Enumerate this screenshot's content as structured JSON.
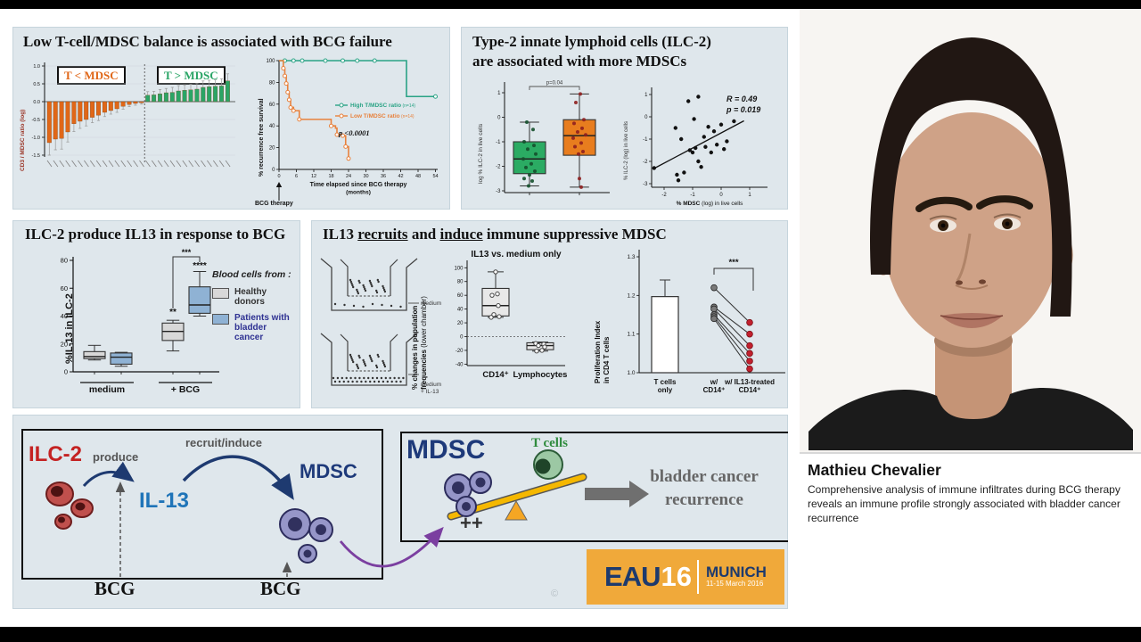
{
  "colors": {
    "orange": "#e06718",
    "green": "#2aa566",
    "km_green": "#2aa385",
    "km_orange": "#e8813c",
    "navy": "#1e3a7a",
    "red": "#c42222",
    "blue": "#1f74b8",
    "purple": "#7b3fa0",
    "logo_orange": "#f0a93a",
    "panel_bg": "#dfe7ec"
  },
  "panel1": {
    "title": "Low T-cell/MDSC balance is associated with BCG failure",
    "group_left": "T < MDSC",
    "group_left_color": "#e06718",
    "group_right": "T > MDSC",
    "group_right_color": "#2aa566"
  },
  "panel2": {
    "title_line1": "Type-2 innate lymphoid cells (ILC-2)",
    "title_line2": "are associated with more MDSCs"
  },
  "panel3": {
    "title": "ILC-2 produce IL13 in response to BCG"
  },
  "panel4": {
    "title_pre": "IL13 ",
    "title_u1": "recruits",
    "title_mid": " and ",
    "title_u2": "induce",
    "title_post": " immune suppressive MDSC",
    "transwell_label_top": "medium",
    "transwell_label_bottom_1": "medium",
    "transwell_label_bottom_2": "+ IL-13"
  },
  "summary": {
    "ilc2": "ILC-2",
    "produce": "produce",
    "il13": "IL-13",
    "recruit": "recruit/induce",
    "mdsc1": "MDSC",
    "bcg_left": "BCG",
    "bcg_right": "BCG",
    "mdsc2": "MDSC",
    "tcells": "T cells",
    "plusplus": "++",
    "outcome": "bladder cancer recurrence",
    "copyright": "©"
  },
  "logo": {
    "eau": "EAU",
    "year": "16",
    "city": "MUNICH",
    "date": "11-15 March 2016"
  },
  "speaker": {
    "name": "Mathieu Chevalier",
    "description": "Comprehensive analysis of immune infiltrates during BCG therapy reveals an immune profile strongly associated with bladder cancer recurrence"
  },
  "chart_data": [
    {
      "id": "waterfall",
      "type": "bar",
      "ylabel": "CD3 / MDSC ratio (log)",
      "ylim": [
        -1.5,
        1.0
      ],
      "yticks": [
        1.0,
        0.5,
        0.0,
        -0.5,
        -1.0,
        -1.5
      ],
      "group_labels": [
        "T < MDSC",
        "T > MDSC"
      ],
      "values": [
        -1.15,
        -1.05,
        -1.03,
        -0.85,
        -0.62,
        -0.55,
        -0.5,
        -0.44,
        -0.38,
        -0.3,
        -0.25,
        -0.2,
        -0.13,
        -0.08,
        -0.05,
        -0.03,
        0.18,
        0.19,
        0.22,
        0.25,
        0.26,
        0.3,
        0.32,
        0.33,
        0.35,
        0.4,
        0.42,
        0.43,
        0.44,
        0.58
      ],
      "errors": [
        0.35,
        0.3,
        0.3,
        0.28,
        0.22,
        0.2,
        0.18,
        0.15,
        0.15,
        0.12,
        0.1,
        0.1,
        0.08,
        0.06,
        0.05,
        0.04,
        0.1,
        0.1,
        0.12,
        0.12,
        0.14,
        0.15,
        0.15,
        0.16,
        0.16,
        0.18,
        0.18,
        0.18,
        0.2,
        0.2
      ],
      "neg_color": "#e06718",
      "pos_color": "#2aa566"
    },
    {
      "id": "km",
      "type": "line",
      "ylabel": "% recurrence free survival",
      "xlabel": "Time elapsed since BCG therapy",
      "xlabel2": "(months)",
      "xlim": [
        0,
        54
      ],
      "ylim": [
        0,
        100
      ],
      "xticks": [
        0,
        6,
        12,
        18,
        24,
        30,
        36,
        42,
        48,
        54
      ],
      "yticks": [
        0,
        20,
        40,
        60,
        80,
        100
      ],
      "p_label": "p <0.0001",
      "arrow_label": "BCG therapy",
      "series": [
        {
          "name": "High T/MDSC ratio",
          "n": "(n=14)",
          "color": "#2aa385",
          "steps": [
            [
              0,
              100
            ],
            [
              44,
              100
            ],
            [
              44,
              67
            ],
            [
              54,
              67
            ]
          ],
          "markers": [
            [
              2,
              100
            ],
            [
              5,
              100
            ],
            [
              8,
              100
            ],
            [
              16,
              100
            ],
            [
              22,
              100
            ],
            [
              27,
              100
            ],
            [
              33,
              100
            ],
            [
              54,
              67
            ]
          ]
        },
        {
          "name": "Low T/MDSC ratio",
          "n": "(n=14)",
          "color": "#e8813c",
          "steps": [
            [
              0,
              100
            ],
            [
              1.5,
              100
            ],
            [
              1.5,
              93
            ],
            [
              2,
              93
            ],
            [
              2,
              86
            ],
            [
              2.5,
              86
            ],
            [
              2.5,
              79
            ],
            [
              3,
              79
            ],
            [
              3,
              71
            ],
            [
              3.5,
              71
            ],
            [
              3.5,
              64
            ],
            [
              4,
              64
            ],
            [
              4,
              57
            ],
            [
              5,
              57
            ],
            [
              5,
              54
            ],
            [
              7,
              54
            ],
            [
              7,
              46
            ],
            [
              18,
              46
            ],
            [
              18,
              40
            ],
            [
              19.5,
              40
            ],
            [
              19.5,
              38
            ],
            [
              20,
              38
            ],
            [
              20,
              32
            ],
            [
              22,
              32
            ],
            [
              22,
              31
            ],
            [
              23,
              31
            ],
            [
              23,
              21
            ],
            [
              24,
              21
            ],
            [
              24,
              10
            ],
            [
              24.5,
              10
            ]
          ],
          "markers": [
            [
              1.5,
              93
            ],
            [
              2,
              86
            ],
            [
              2.5,
              79
            ],
            [
              3,
              71
            ],
            [
              3.5,
              64
            ],
            [
              4,
              57
            ],
            [
              5,
              54
            ],
            [
              7,
              46
            ],
            [
              18,
              40
            ],
            [
              20,
              32
            ],
            [
              22,
              31
            ],
            [
              23,
              21
            ],
            [
              24,
              10
            ]
          ]
        }
      ]
    },
    {
      "id": "ilc2_box",
      "type": "box",
      "ylabel": "log % ILC-2 in live cells",
      "ylim": [
        -3,
        1
      ],
      "yticks": [
        1,
        0,
        -1,
        -2,
        -3
      ],
      "sig": "p=0.04",
      "boxes": [
        {
          "color": "#2bab63",
          "point_color": "#14502c",
          "q1": -2.3,
          "med": -1.7,
          "q3": -1.0,
          "lo": -2.8,
          "hi": -0.2,
          "points": [
            [
              -3,
              -0.2
            ],
            [
              4,
              -0.5
            ],
            [
              -6,
              -1.0
            ],
            [
              5,
              -1.15
            ],
            [
              -2,
              -1.3
            ],
            [
              7,
              -1.5
            ],
            [
              -7,
              -1.7
            ],
            [
              2,
              -1.9
            ],
            [
              -4,
              -2.05
            ],
            [
              6,
              -2.2
            ],
            [
              0,
              -2.35
            ],
            [
              -6,
              -2.5
            ],
            [
              3,
              -2.6
            ],
            [
              -1,
              -2.8
            ]
          ]
        },
        {
          "color": "#e87d1e",
          "point_color": "#8e1f1f",
          "q1": -1.55,
          "med": -0.75,
          "q3": -0.1,
          "lo": -2.85,
          "hi": 0.95,
          "points": [
            [
              1,
              0.95
            ],
            [
              -4,
              0.6
            ],
            [
              5,
              -0.1
            ],
            [
              -6,
              -0.25
            ],
            [
              3,
              -0.45
            ],
            [
              -2,
              -0.6
            ],
            [
              7,
              -0.72
            ],
            [
              -7,
              -0.85
            ],
            [
              2,
              -1.05
            ],
            [
              -5,
              -1.2
            ],
            [
              4,
              -1.4
            ],
            [
              -1,
              -1.5
            ],
            [
              0,
              -2.5
            ],
            [
              2,
              -2.85
            ]
          ]
        }
      ]
    },
    {
      "id": "mdsc_scatter",
      "type": "scatter",
      "r_label": "R = 0.49",
      "p_label": "p = 0.019",
      "xlabel_bold": "% MDSC",
      "xlabel_rest": " (log) in live cells",
      "ylabel": "% ILC-2 (log) in live cells",
      "xlim": [
        -2.5,
        1.3
      ],
      "ylim": [
        -3.2,
        1.3
      ],
      "xticks": [
        -2,
        -1,
        0,
        1
      ],
      "yticks": [
        1,
        0,
        -1,
        -2,
        -3
      ],
      "points": [
        [
          -2.35,
          -2.3
        ],
        [
          -1.6,
          -0.5
        ],
        [
          -1.55,
          -2.6
        ],
        [
          -1.5,
          -2.85
        ],
        [
          -1.4,
          -1.0
        ],
        [
          -1.3,
          -2.5
        ],
        [
          -1.15,
          0.7
        ],
        [
          -1.1,
          -1.5
        ],
        [
          -1.0,
          -1.6
        ],
        [
          -0.95,
          -0.1
        ],
        [
          -0.9,
          -1.4
        ],
        [
          -0.8,
          0.9
        ],
        [
          -0.8,
          -2.0
        ],
        [
          -0.7,
          -2.25
        ],
        [
          -0.6,
          -0.9
        ],
        [
          -0.55,
          -1.35
        ],
        [
          -0.45,
          -0.45
        ],
        [
          -0.35,
          -1.6
        ],
        [
          -0.25,
          -0.65
        ],
        [
          -0.15,
          -1.25
        ],
        [
          0.0,
          -0.35
        ],
        [
          0.1,
          -1.45
        ],
        [
          0.2,
          -1.1
        ],
        [
          0.45,
          -0.2
        ]
      ],
      "trend": [
        [
          -2.4,
          -2.35
        ],
        [
          0.8,
          -0.18
        ]
      ]
    },
    {
      "id": "il13_box",
      "type": "box",
      "ylabel": "%IL-13 in ILC-2",
      "ylim": [
        0,
        80
      ],
      "yticks": [
        0,
        20,
        40,
        60,
        80
      ],
      "groups": [
        "medium",
        "+ BCG"
      ],
      "legend_title": "Blood cells from :",
      "legend": [
        {
          "label": "Healthy donors",
          "color": "#d8d8d8"
        },
        {
          "label": "Patients with bladder cancer",
          "color": "#8fb2d4"
        }
      ],
      "sig_bcg_healthy": "**",
      "sig_bcg_patients": "****",
      "sig_bracket": "***",
      "boxes": [
        {
          "color": "#d8d8d8",
          "lo": 8.5,
          "q1": 9.5,
          "med": 11,
          "q3": 14.5,
          "hi": 19
        },
        {
          "color": "#8fb2d4",
          "lo": 4,
          "q1": 5.5,
          "med": 10.5,
          "q3": 13.5,
          "hi": 14
        },
        {
          "color": "#d8d8d8",
          "lo": 15,
          "q1": 22.5,
          "med": 29,
          "q3": 35,
          "hi": 37
        },
        {
          "color": "#8fb2d4",
          "lo": 40,
          "q1": 42,
          "med": 48,
          "q3": 61,
          "hi": 72
        }
      ]
    },
    {
      "id": "chamber_box",
      "type": "box",
      "title": "IL13 vs. medium only",
      "ylabel_line1": "% changes in population",
      "ylabel_line2_bold": "frequencies",
      "ylabel_line2_rest": " (lower chamber)",
      "ylim": [
        -40,
        100
      ],
      "yticks": [
        100,
        80,
        60,
        40,
        20,
        0,
        -20,
        -40
      ],
      "categories": [
        "CD14⁺",
        "Lymphocytes"
      ],
      "boxes": [
        {
          "lo": 28,
          "q1": 30,
          "med": 45,
          "q3": 70,
          "hi": 94,
          "points": [
            [
              -5,
              28
            ],
            [
              4,
              29
            ],
            [
              -2,
              32
            ],
            [
              3,
              45
            ],
            [
              -4,
              60
            ],
            [
              2,
              62
            ],
            [
              0,
              94
            ]
          ]
        },
        {
          "lo": -21,
          "q1": -19,
          "med": -13,
          "q3": -9,
          "hi": -8,
          "points": [
            [
              -5,
              -10
            ],
            [
              4,
              -11
            ],
            [
              -2,
              -13
            ],
            [
              5,
              -15
            ],
            [
              2,
              -20
            ],
            [
              -4,
              -21
            ]
          ]
        }
      ]
    },
    {
      "id": "prolif",
      "type": "paired",
      "ylabel_line1": "Proliferation Index",
      "ylabel_line2": "in CD4 T cells",
      "ylim": [
        1.0,
        1.3
      ],
      "yticks": [
        1.3,
        1.2,
        1.1,
        1.0
      ],
      "cat_lines": [
        [
          "T cells",
          "only"
        ],
        [
          "w/",
          "CD14⁺"
        ],
        [
          "w/ IL13-treated",
          "CD14⁺"
        ]
      ],
      "bar": {
        "value": 1.197,
        "err_top": 1.24
      },
      "pairs": [
        [
          1.22,
          1.13
        ],
        [
          1.17,
          1.1
        ],
        [
          1.165,
          1.07
        ],
        [
          1.15,
          1.05
        ],
        [
          1.145,
          1.03
        ],
        [
          1.14,
          1.01
        ]
      ],
      "sig": "***",
      "dot_color_left": "#7a7a7a",
      "dot_color_right": "#c2202e"
    }
  ]
}
